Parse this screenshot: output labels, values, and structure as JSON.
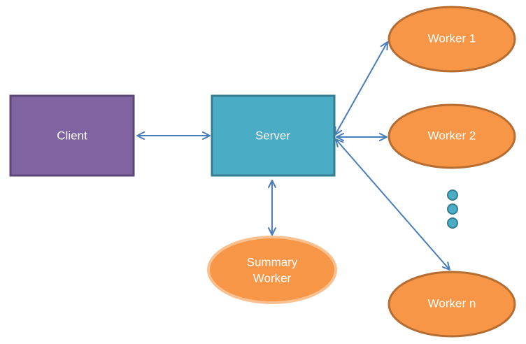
{
  "nodes": {
    "client": {
      "label": "Client"
    },
    "server": {
      "label": "Server"
    },
    "worker1": {
      "label": "Worker 1"
    },
    "worker2": {
      "label": "Worker 2"
    },
    "workern": {
      "label": "Worker n"
    },
    "summary": {
      "line1": "Summary",
      "line2": "Worker"
    }
  },
  "colors": {
    "client_fill": "#8064A2",
    "client_border": "#5C4776",
    "server_fill": "#4BACC6",
    "server_border": "#357D91",
    "worker_fill": "#F79646",
    "worker_border": "#B66D31",
    "summary_border": "#FAC090",
    "arrow": "#4A7EBB",
    "dot_fill": "#4BACC6",
    "dot_border": "#357D91"
  }
}
